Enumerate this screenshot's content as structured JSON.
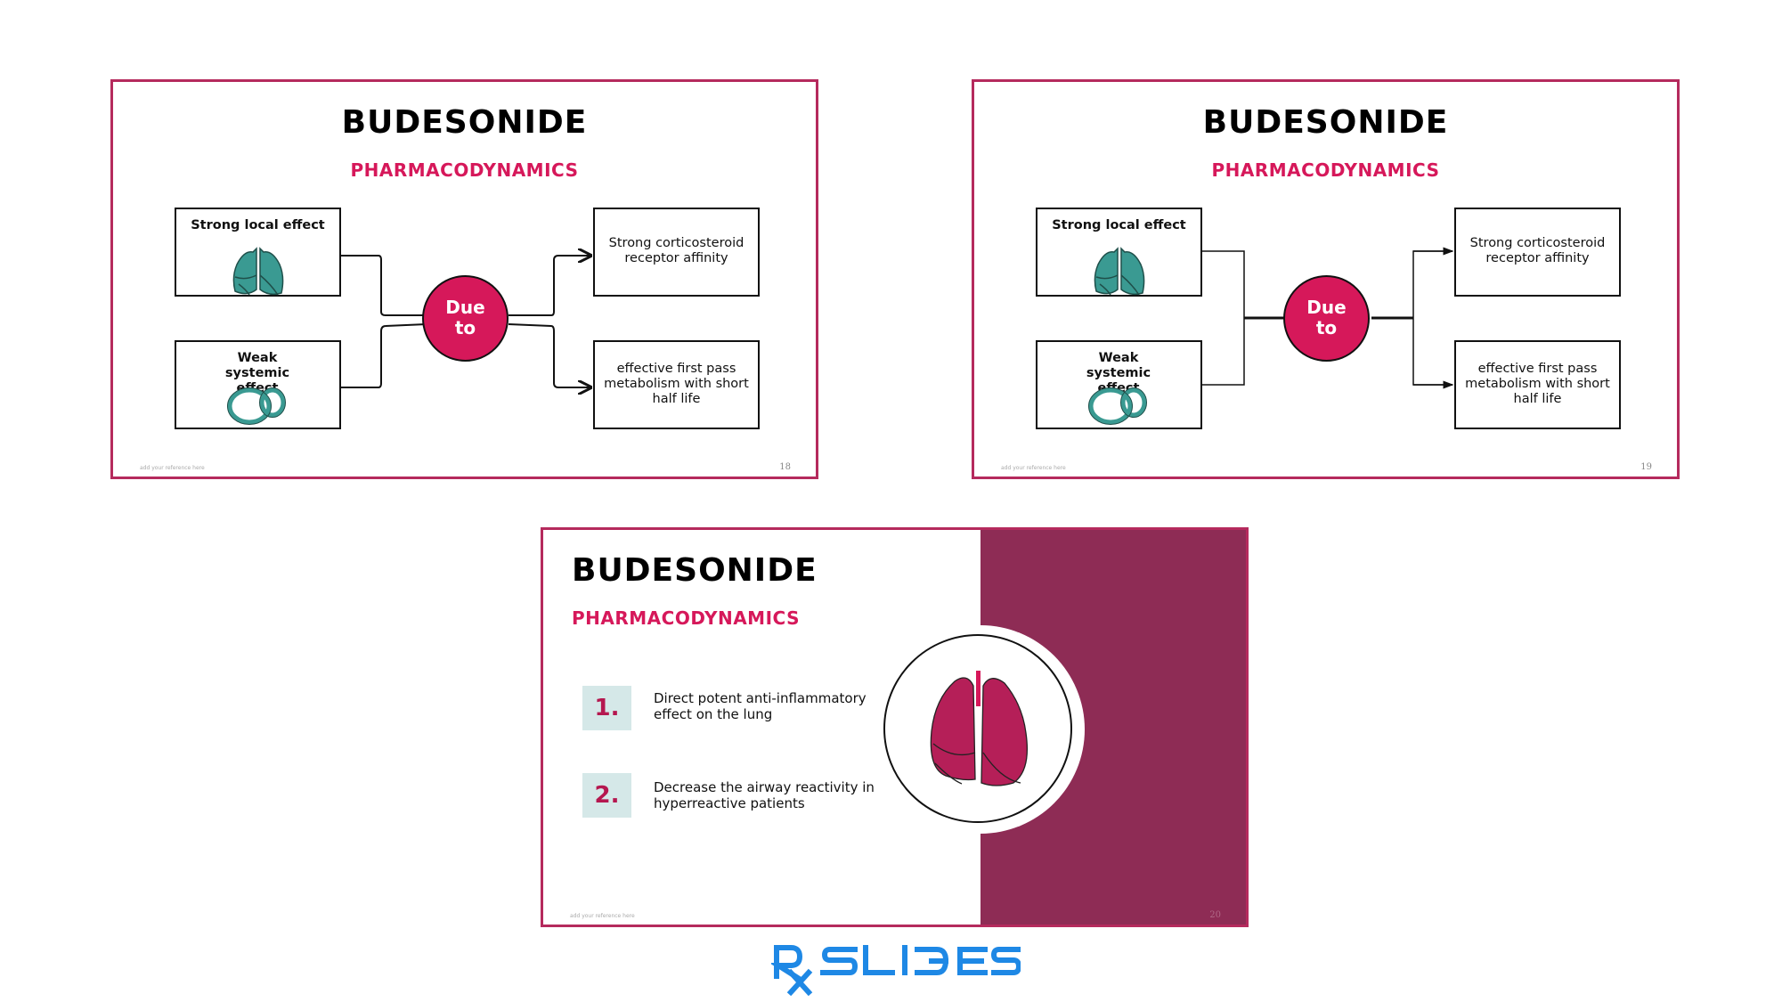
{
  "slides": [
    {
      "title": "BUDESONIDE",
      "subtitle": "PHARMACODYNAMICS",
      "left_boxes": [
        "Strong local effect",
        "Weak systemic effect"
      ],
      "center": [
        "Due",
        "to"
      ],
      "right_boxes": [
        "Strong corticosteroid receptor affinity",
        "effective first pass metabolism with short half life"
      ],
      "footer": "add your reference here",
      "page": "18"
    },
    {
      "title": "BUDESONIDE",
      "subtitle": "PHARMACODYNAMICS",
      "left_boxes": [
        "Strong local effect",
        "Weak systemic effect"
      ],
      "center": [
        "Due",
        "to"
      ],
      "right_boxes": [
        "Strong corticosteroid receptor affinity",
        "effective first pass metabolism with short half life"
      ],
      "footer": "add your reference here",
      "page": "19"
    },
    {
      "title": "BUDESONIDE",
      "subtitle": "PHARMACODYNAMICS",
      "items": [
        {
          "num": "1.",
          "text": "Direct potent anti-inflammatory effect on the lung"
        },
        {
          "num": "2.",
          "text": "Decrease the airway reactivity in hyperreactive patients"
        }
      ],
      "footer": "add your reference here",
      "page": "20"
    }
  ],
  "logo": {
    "text": "RxSLIDES",
    "color": "#1e88e5"
  },
  "colors": {
    "accent": "#d6185a",
    "border": "#b52a5d",
    "panel": "#8e2c55",
    "icon": "#3a9a92",
    "number_bg": "#d5e8e8"
  },
  "icons": [
    "lungs-icon",
    "circulation-icon"
  ]
}
